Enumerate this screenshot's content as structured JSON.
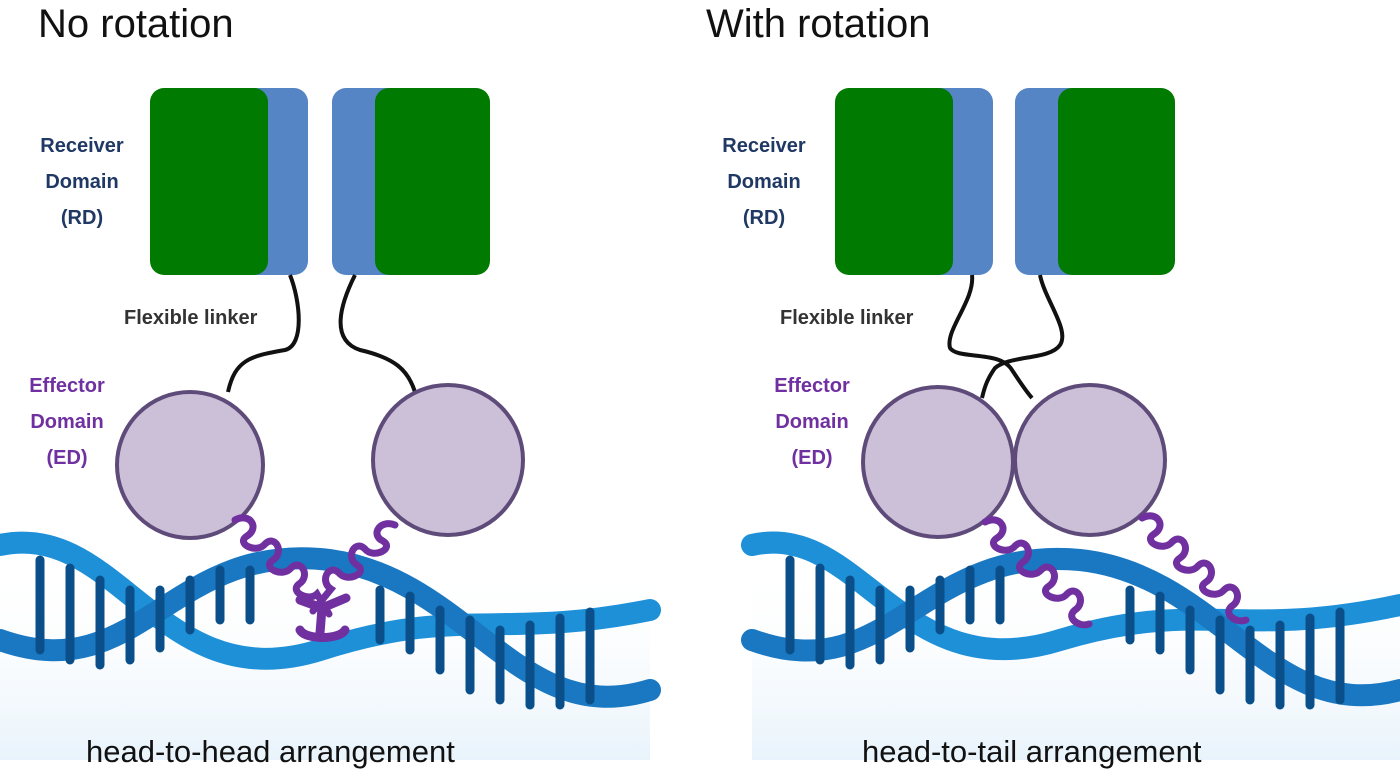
{
  "panels": [
    {
      "title": "No rotation",
      "caption": "head-to-head arrangement",
      "receiver_label": [
        "Receiver",
        "Domain",
        "(RD)"
      ],
      "linker_label": "Flexible linker",
      "effector_label": [
        "Effector",
        "Domain",
        "(ED)"
      ]
    },
    {
      "title": "With rotation",
      "caption": "head-to-tail arrangement",
      "receiver_label": [
        "Receiver",
        "Domain",
        "(RD)"
      ],
      "linker_label": "Flexible linker",
      "effector_label": [
        "Effector",
        "Domain",
        "(ED)"
      ]
    }
  ],
  "colors": {
    "receiver_green": "#007a00",
    "receiver_blue": "#5585c4",
    "effector_fill": "#ccc0d9",
    "effector_stroke": "#5f4b7a",
    "helix_purple": "#7030a0",
    "dna_blue": "#1e90d8",
    "dna_dark": "#0b4f8a",
    "linker_black": "#111111",
    "receiver_text": "#1f3864",
    "effector_text": "#7030a0"
  }
}
